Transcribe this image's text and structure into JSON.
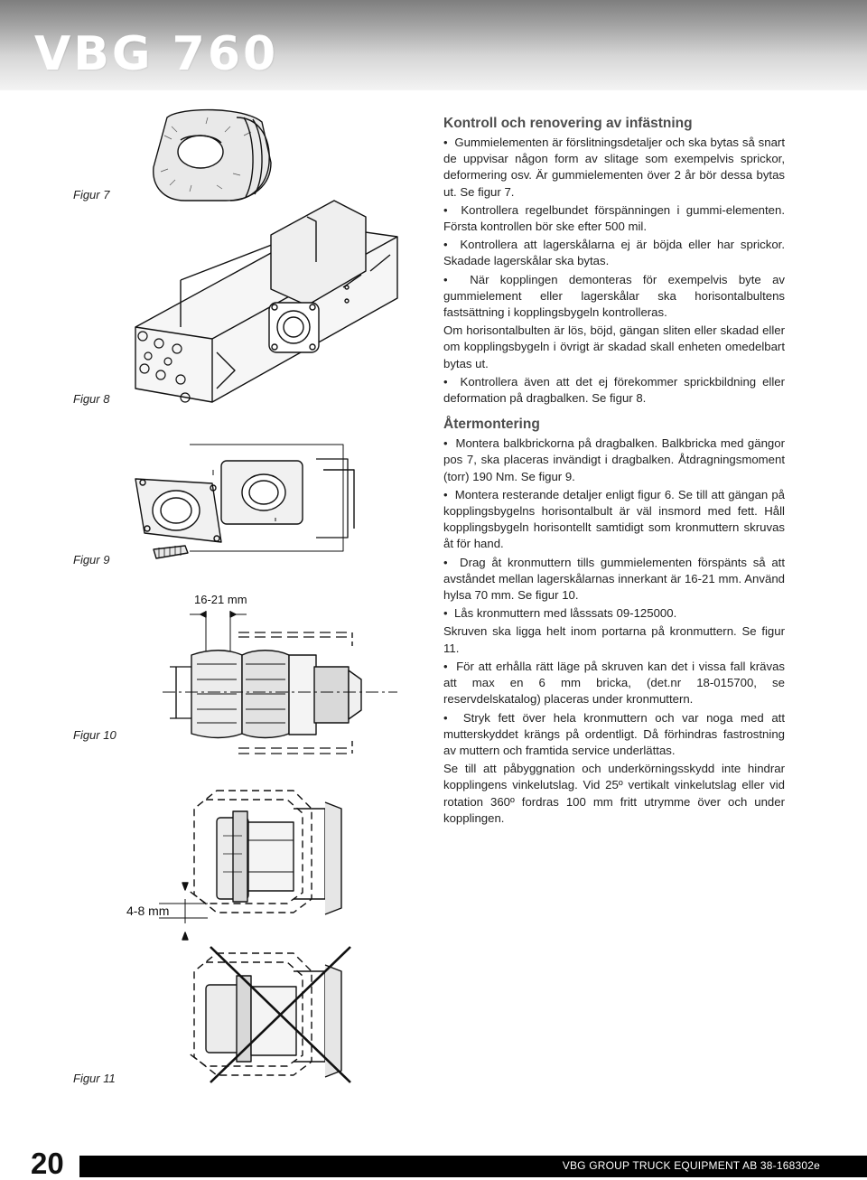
{
  "header": {
    "title": "VBG 760"
  },
  "figures": {
    "fig7": "Figur 7",
    "fig8": "Figur 8",
    "fig9": "Figur 9",
    "fig10": "Figur 10",
    "fig11": "Figur 11",
    "dim_fig10": "16-21 mm",
    "dim_fig11": "4-8 mm"
  },
  "section1": {
    "heading": "Kontroll och renovering av infästning",
    "paragraphs": [
      {
        "bullet": true,
        "text": "Gummielementen är förslitningsdetaljer och ska bytas så snart de uppvisar någon form av slitage som exempelvis sprickor, deformering osv. Är gummielementen över 2 år bör dessa bytas ut. Se figur 7."
      },
      {
        "bullet": true,
        "text": "Kontrollera regelbundet förspänningen i gummi-elementen. Första kontrollen bör ske efter 500 mil."
      },
      {
        "bullet": true,
        "text": "Kontrollera att lagerskålarna ej är böjda eller har sprickor. Skadade lagerskålar ska bytas."
      },
      {
        "bullet": true,
        "text": "När kopplingen demonteras för exempelvis byte av gummielement eller lagerskålar ska horisontalbultens fastsättning i kopplingsbygeln kontrolleras."
      },
      {
        "bullet": false,
        "text": "Om horisontalbulten är lös, böjd, gängan sliten eller skadad eller om kopplingsbygeln i övrigt är skadad skall enheten omedelbart bytas ut."
      },
      {
        "bullet": true,
        "text": "Kontrollera även att det ej förekommer sprickbildning eller deformation på dragbalken. Se figur 8."
      }
    ]
  },
  "section2": {
    "heading": "Återmontering",
    "paragraphs": [
      {
        "bullet": true,
        "text": "Montera balkbrickorna på dragbalken. Balkbricka med gängor pos 7, ska placeras invändigt i dragbalken. Åtdragningsmoment (torr) 190 Nm. Se figur 9."
      },
      {
        "bullet": true,
        "text": "Montera resterande detaljer enligt figur 6. Se till att gängan på kopplingsbygelns horisontalbult är väl insmord med fett. Håll kopplingsbygeln horisontellt samtidigt som kronmuttern skruvas åt för hand."
      },
      {
        "bullet": true,
        "text": "Drag åt kronmuttern tills gummielementen förspänts så att avståndet mellan lagerskålarnas innerkant är 16-21 mm. Använd hylsa 70 mm. Se figur 10."
      },
      {
        "bullet": true,
        "text": "Lås kronmuttern med låsssats 09-125000."
      },
      {
        "bullet": false,
        "text": "Skruven ska ligga helt inom portarna på kronmuttern. Se figur 11."
      },
      {
        "bullet": true,
        "text": "För att erhålla rätt läge på skruven kan det i vissa fall krävas att max en 6 mm bricka, (det.nr 18-015700, se reservdelskatalog) placeras under kronmuttern."
      },
      {
        "bullet": true,
        "text": "Stryk fett över hela kronmuttern och var noga med att mutterskyddet krängs på ordentligt. Då förhindras fastrostning av muttern och framtida service underlättas."
      },
      {
        "bullet": false,
        "text": "Se till att påbyggnation och underkörningsskydd inte hindrar kopplingens vinkelutslag. Vid 25º vertikalt vinkelutslag eller vid rotation 360º fordras 100 mm fritt utrymme över och under kopplingen."
      }
    ]
  },
  "footer": {
    "page_number": "20",
    "company": "VBG GROUP TRUCK EQUIPMENT AB 38-168302e"
  }
}
